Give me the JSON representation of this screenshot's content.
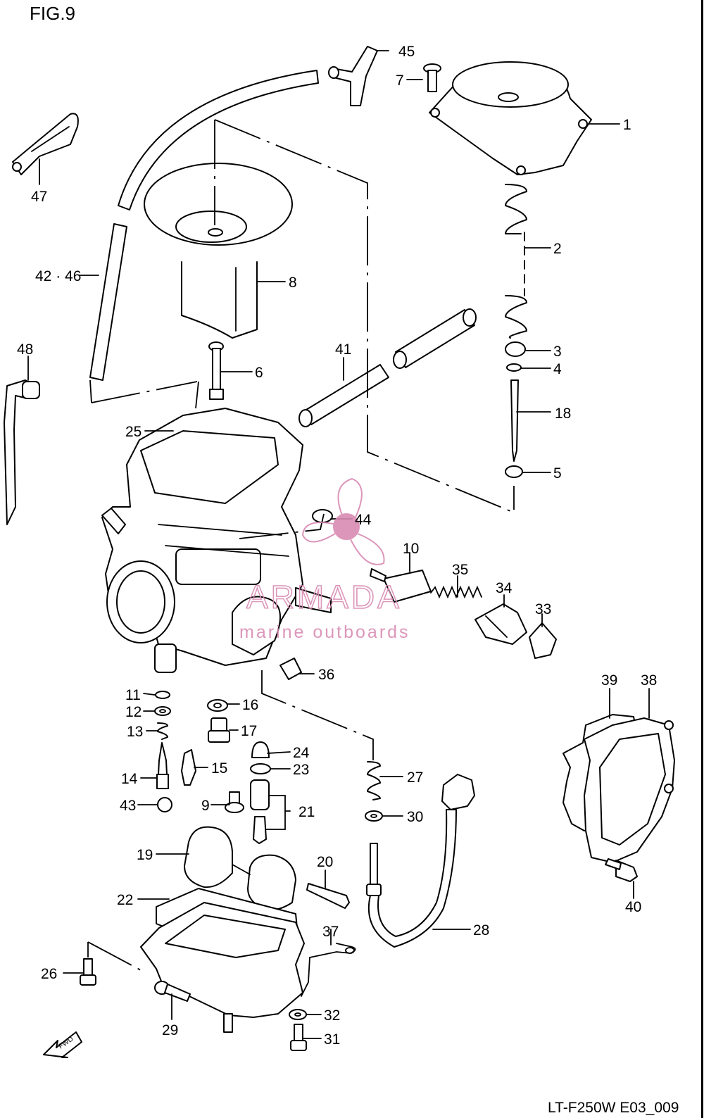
{
  "figure": {
    "title": "FIG.9",
    "code": "LT-F250W E03_009"
  },
  "watermark": {
    "brand": "ARMADA",
    "tagline": "marine outboards",
    "color": "#d98bb3"
  },
  "fwd_label": "FWD",
  "callouts": [
    {
      "id": "c1",
      "text": "1"
    },
    {
      "id": "c2",
      "text": "2"
    },
    {
      "id": "c3",
      "text": "3"
    },
    {
      "id": "c4",
      "text": "4"
    },
    {
      "id": "c5",
      "text": "5"
    },
    {
      "id": "c6",
      "text": "6"
    },
    {
      "id": "c7",
      "text": "7"
    },
    {
      "id": "c8",
      "text": "8"
    },
    {
      "id": "c9",
      "text": "9"
    },
    {
      "id": "c10",
      "text": "10"
    },
    {
      "id": "c11",
      "text": "11"
    },
    {
      "id": "c12",
      "text": "12"
    },
    {
      "id": "c13",
      "text": "13"
    },
    {
      "id": "c14",
      "text": "14"
    },
    {
      "id": "c15",
      "text": "15"
    },
    {
      "id": "c16",
      "text": "16"
    },
    {
      "id": "c17",
      "text": "17"
    },
    {
      "id": "c18",
      "text": "18"
    },
    {
      "id": "c19",
      "text": "19"
    },
    {
      "id": "c20",
      "text": "20"
    },
    {
      "id": "c21",
      "text": "21"
    },
    {
      "id": "c22",
      "text": "22"
    },
    {
      "id": "c23",
      "text": "23"
    },
    {
      "id": "c24",
      "text": "24"
    },
    {
      "id": "c25",
      "text": "25"
    },
    {
      "id": "c26",
      "text": "26"
    },
    {
      "id": "c27",
      "text": "27"
    },
    {
      "id": "c28",
      "text": "28"
    },
    {
      "id": "c29",
      "text": "29"
    },
    {
      "id": "c30",
      "text": "30"
    },
    {
      "id": "c31",
      "text": "31"
    },
    {
      "id": "c32",
      "text": "32"
    },
    {
      "id": "c33",
      "text": "33"
    },
    {
      "id": "c34",
      "text": "34"
    },
    {
      "id": "c35",
      "text": "35"
    },
    {
      "id": "c36",
      "text": "36"
    },
    {
      "id": "c37",
      "text": "37"
    },
    {
      "id": "c38",
      "text": "38"
    },
    {
      "id": "c39",
      "text": "39"
    },
    {
      "id": "c40",
      "text": "40"
    },
    {
      "id": "c41",
      "text": "41"
    },
    {
      "id": "c42_46",
      "text": "42 · 46"
    },
    {
      "id": "c43",
      "text": "43"
    },
    {
      "id": "c44",
      "text": "44"
    },
    {
      "id": "c45",
      "text": "45"
    },
    {
      "id": "c47",
      "text": "47"
    },
    {
      "id": "c48",
      "text": "48"
    }
  ]
}
